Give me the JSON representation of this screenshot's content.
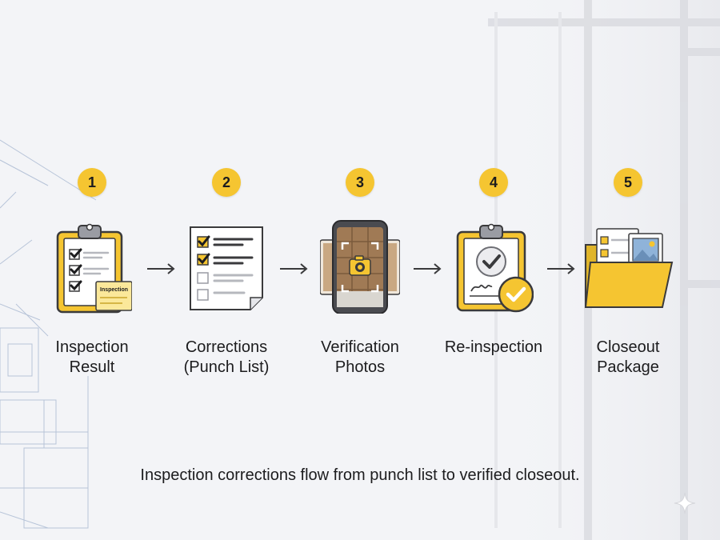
{
  "steps": [
    {
      "number": "1",
      "label_lines": [
        "Inspection",
        "Result"
      ],
      "note_text": "Inspection"
    },
    {
      "number": "2",
      "label_lines": [
        "Corrections",
        "(Punch List)"
      ]
    },
    {
      "number": "3",
      "label_lines": [
        "Verification",
        "Photos"
      ]
    },
    {
      "number": "4",
      "label_lines": [
        "Re-inspection",
        ""
      ]
    },
    {
      "number": "5",
      "label_lines": [
        "Closeout",
        "Package"
      ]
    }
  ],
  "caption": "Inspection corrections flow from punch list to verified closeout.",
  "colors": {
    "accent": "#f5c531",
    "background": "#f3f4f7",
    "outline": "#3a3a3c",
    "arrow": "#3a3a3c"
  },
  "icons": [
    "clipboard-checklist-icon",
    "punch-list-document-icon",
    "phone-camera-icon",
    "clipboard-approval-icon",
    "folder-documents-icon"
  ]
}
